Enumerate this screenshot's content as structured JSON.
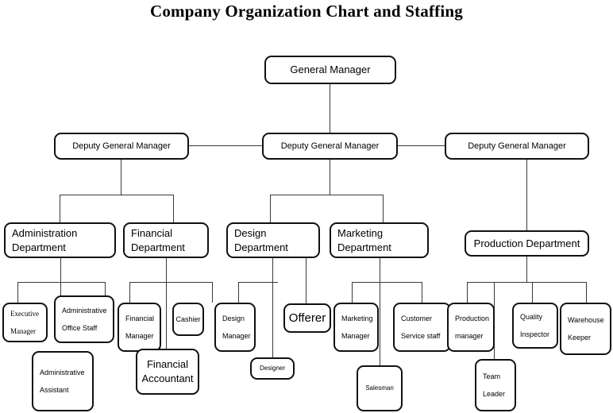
{
  "title": "Company Organization Chart and Staffing",
  "nodes": {
    "general_manager": {
      "label": "General Manager"
    },
    "deputy_1": {
      "label": "Deputy General Manager"
    },
    "deputy_2": {
      "label": "Deputy General Manager"
    },
    "deputy_3": {
      "label": "Deputy General Manager"
    },
    "administration_department": {
      "line1": "Administration",
      "line2": "Department"
    },
    "financial_department": {
      "line1": "Financial",
      "line2": "Department"
    },
    "design_department": {
      "line1": "Design",
      "line2": "Department"
    },
    "marketing_department": {
      "line1": "Marketing",
      "line2": "Department"
    },
    "production_department": {
      "label": "Production Department"
    },
    "executive_manager": {
      "line1": "Executive",
      "line2": "Manager"
    },
    "administrative_office_staff": {
      "line1": "Administrative",
      "line2": "Office Staff"
    },
    "administrative_assistant": {
      "line1": "Administrative",
      "line2": "Assistant"
    },
    "financial_manager": {
      "line1": "Financial",
      "line2": "Manager"
    },
    "financial_accountant": {
      "line1": "Financial",
      "line2": "Accountant"
    },
    "cashier": {
      "label": "Cashier"
    },
    "design_manager": {
      "line1": "Design",
      "line2": "Manager"
    },
    "designer": {
      "label": "Designer"
    },
    "offerer": {
      "label": "Offerer"
    },
    "marketing_manager": {
      "line1": "Marketing",
      "line2": "Manager"
    },
    "salesman": {
      "label": "Salesman"
    },
    "customer_service_staff": {
      "line1": "Customer",
      "line2": "Service staff"
    },
    "production_manager": {
      "line1": "Production",
      "line2": "manager"
    },
    "team_leader": {
      "line1": "Team",
      "line2": "Leader"
    },
    "quality_inspector": {
      "line1": "Quality",
      "line2": "Inspector"
    },
    "warehouse_keeper": {
      "line1": "Warehouse",
      "line2": "Keeper"
    }
  },
  "colors": {
    "box_border": "#111111",
    "connector": "#3a3a3a",
    "text": "#000000",
    "background": "#ffffff"
  }
}
